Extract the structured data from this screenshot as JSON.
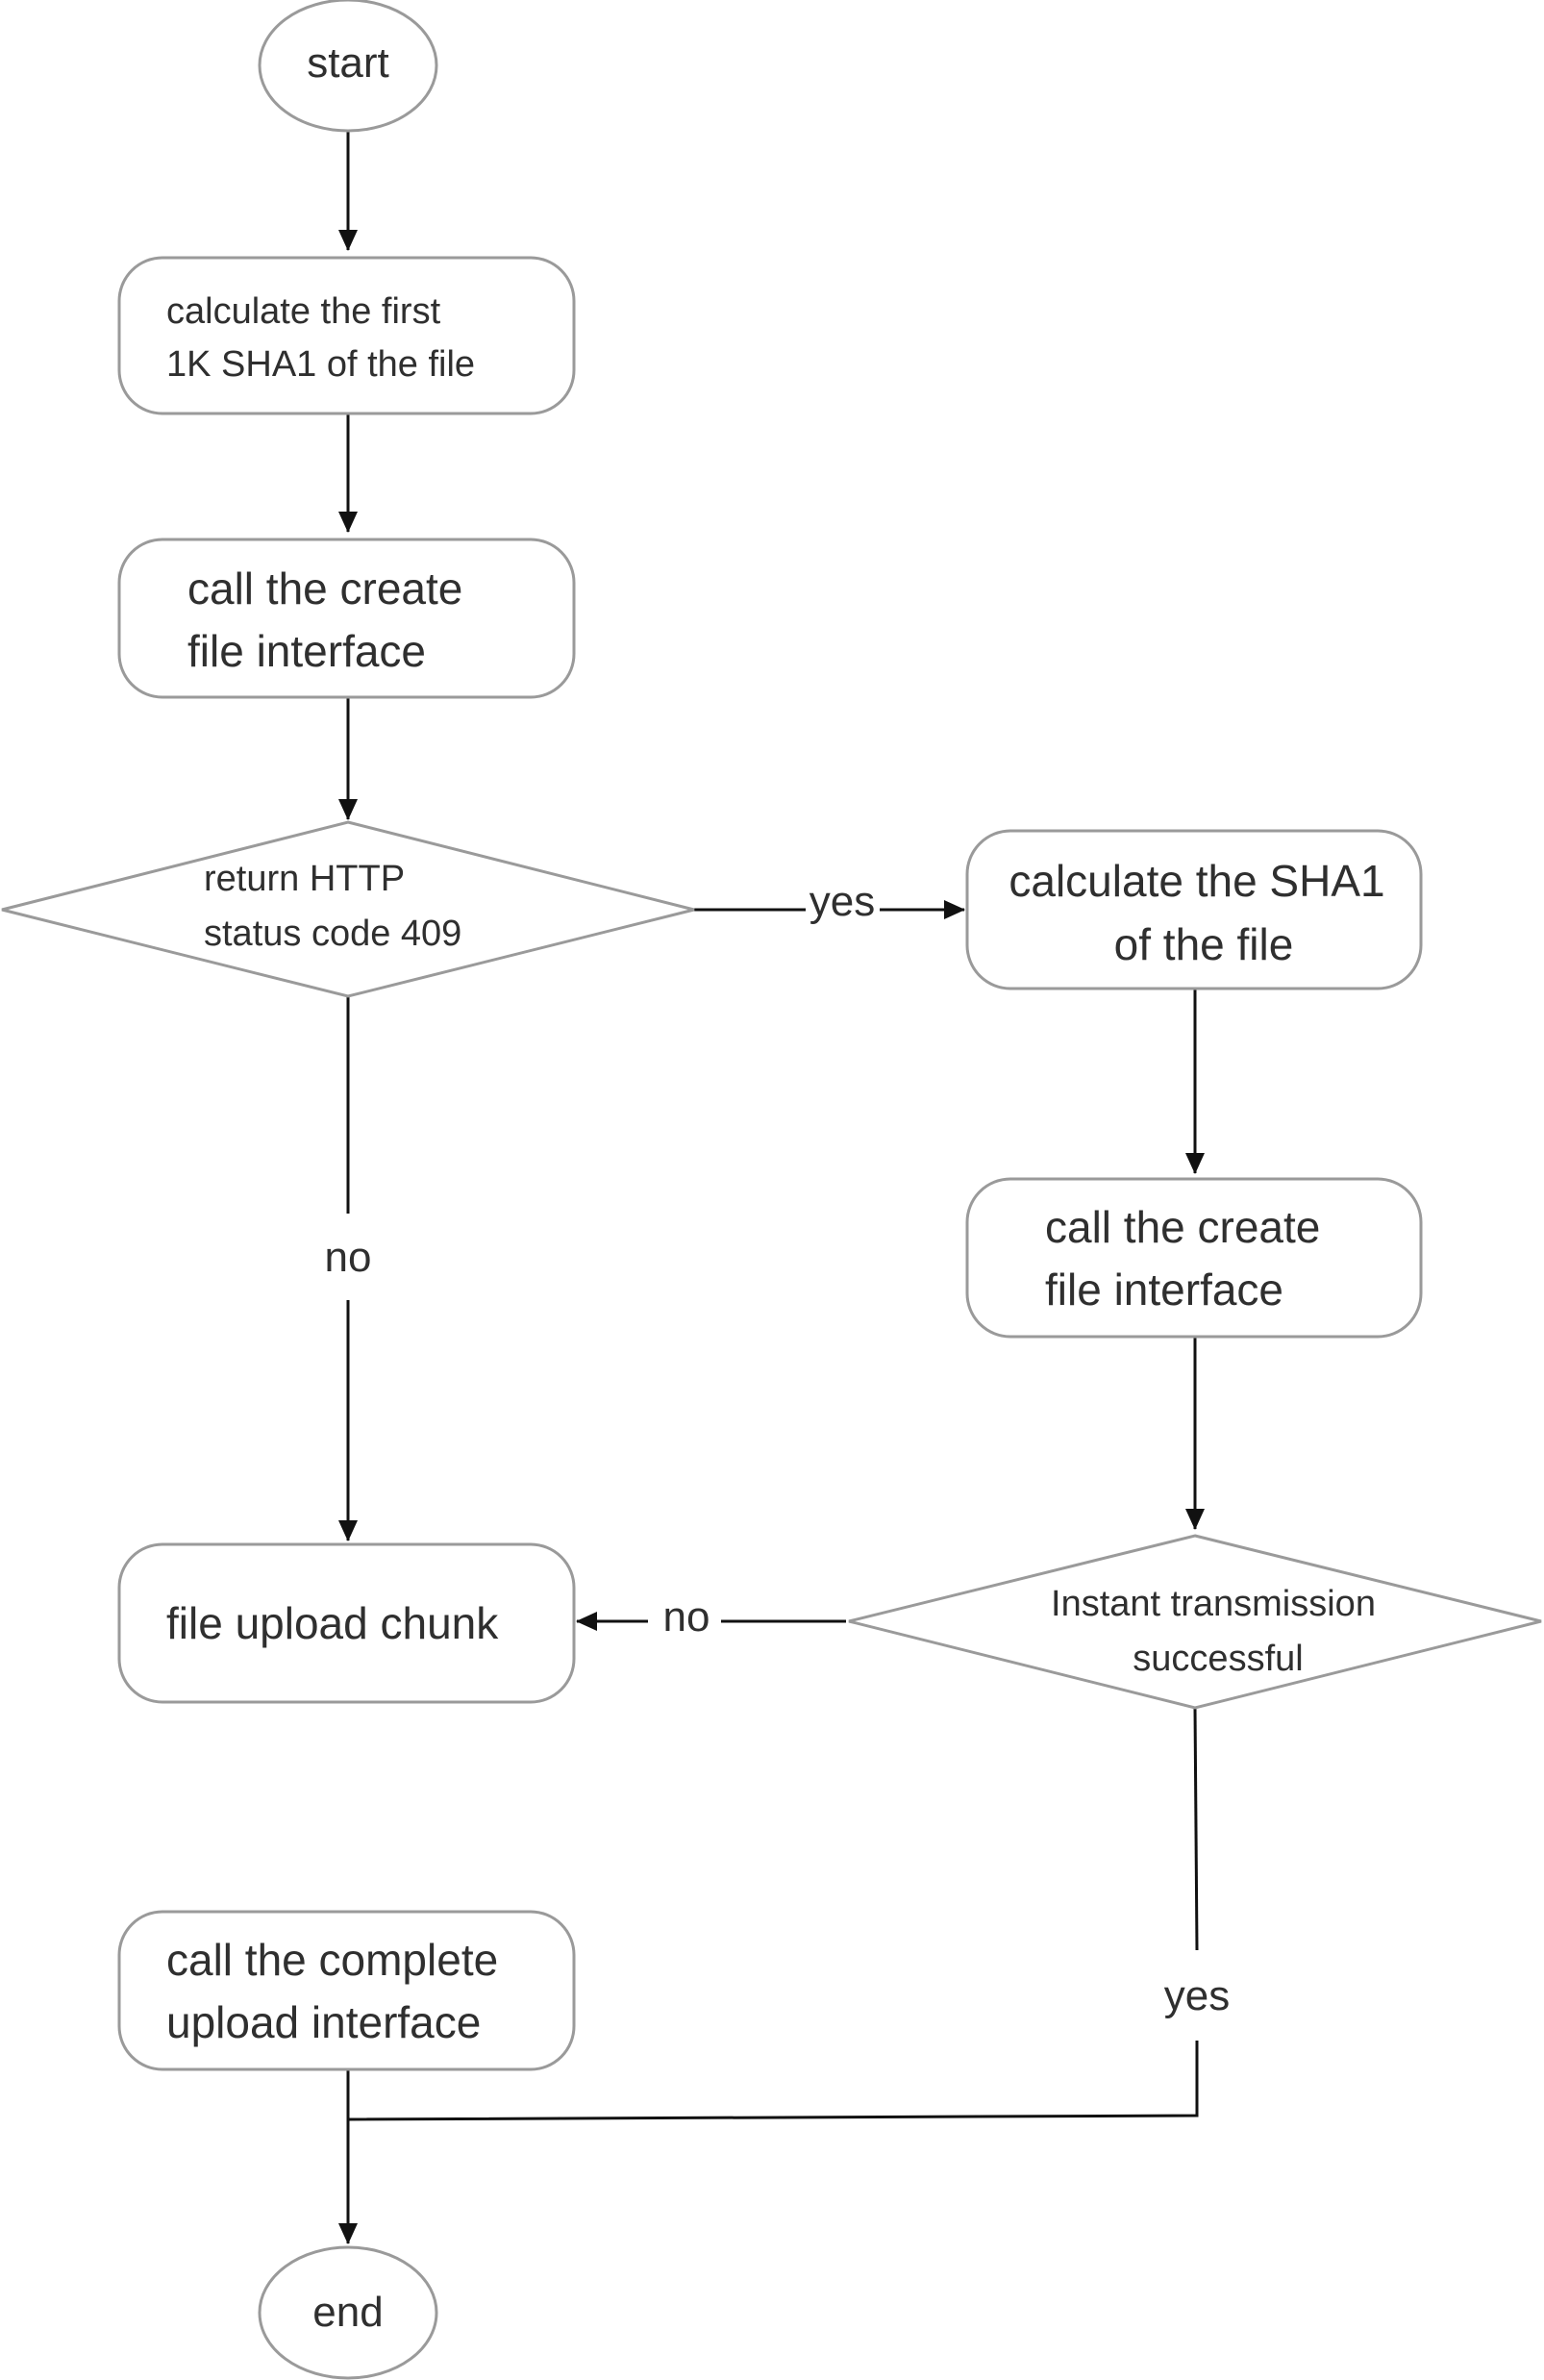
{
  "nodes": {
    "start": {
      "text": "start"
    },
    "calc_first_1k": {
      "line1": "calculate the first",
      "line2": "1K SHA1 of the file"
    },
    "create_file_1": {
      "line1": "call the create",
      "line2": "file interface"
    },
    "decision_409": {
      "line1": "return HTTP",
      "line2": "status code 409"
    },
    "calc_sha1": {
      "line1": "calculate the SHA1",
      "line2": "of the file"
    },
    "create_file_2": {
      "line1": "call the create",
      "line2": "file interface"
    },
    "decision_instant": {
      "line1": "Instant transmission",
      "line2": "successful"
    },
    "upload_chunk": {
      "text": "file upload chunk"
    },
    "complete_upload": {
      "line1": "call the complete",
      "line2": "upload interface"
    },
    "end": {
      "text": "end"
    }
  },
  "edges": {
    "yes_409": "yes",
    "no_409": "no",
    "no_instant": "no",
    "yes_instant": "yes"
  }
}
